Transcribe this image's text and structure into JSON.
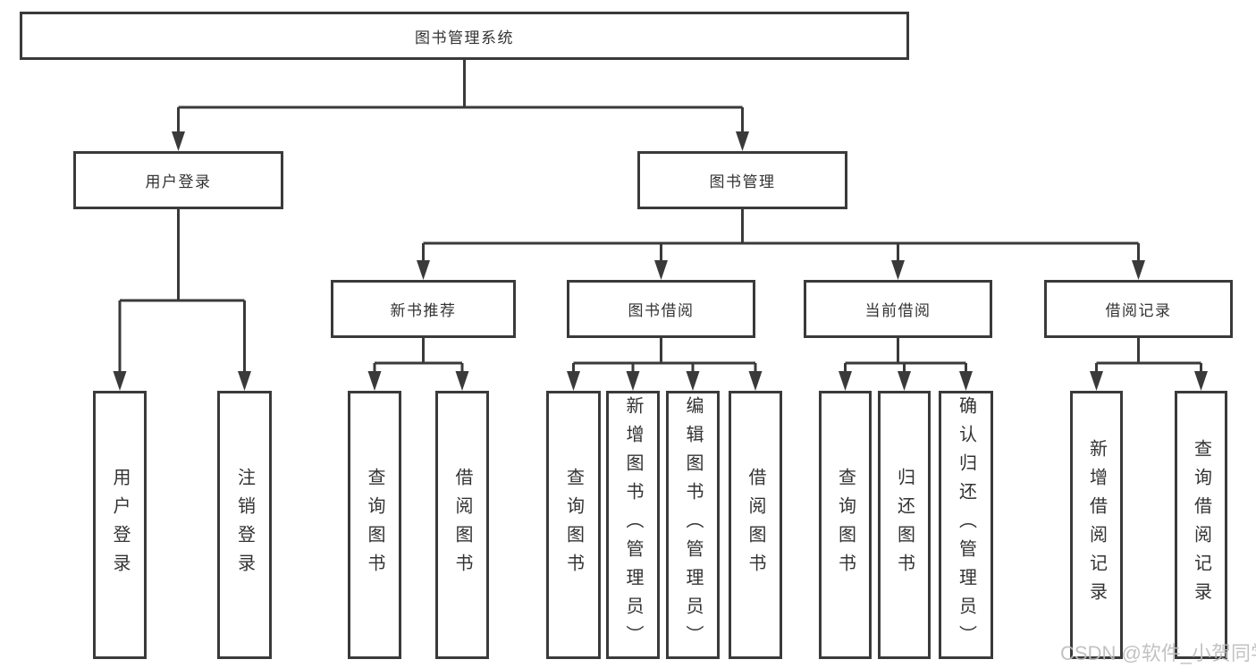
{
  "diagram": {
    "nodes": {
      "root": "图书管理系统",
      "user_login": "用户登录",
      "book_mgmt": "图书管理",
      "new_book_rec": "新书推荐",
      "book_borrow": "图书借阅",
      "current_borrow": "当前借阅",
      "borrow_records": "借阅记录",
      "a1_user_login": "用户登录",
      "a2_logout": "注销登录",
      "b1_query_book": "查询图书",
      "b2_borrow_book": "借阅图书",
      "c1_query_book": "查询图书",
      "c2_add_book_admin": "新增图书（管理员）",
      "c3_edit_book_admin": "编辑图书（管理员）",
      "c4_borrow_book": "借阅图书",
      "d1_query_book": "查询图书",
      "d2_return_book": "归还图书",
      "d3_confirm_return_admin": "确认归还（管理员）",
      "e1_add_borrow_record": "新增借阅记录",
      "e2_query_borrow_record": "查询借阅记录"
    },
    "hierarchy": {
      "图书管理系统": {
        "用户登录": [
          "用户登录",
          "注销登录"
        ],
        "图书管理": {
          "新书推荐": [
            "查询图书",
            "借阅图书"
          ],
          "图书借阅": [
            "查询图书",
            "新增图书（管理员）",
            "编辑图书（管理员）",
            "借阅图书"
          ],
          "当前借阅": [
            "查询图书",
            "归还图书",
            "确认归还（管理员）"
          ],
          "借阅记录": [
            "新增借阅记录",
            "查询借阅记录"
          ]
        }
      }
    },
    "watermark": "CSDN @软件_小贺同学",
    "colors": {
      "line": "#3a3a3a",
      "box_border": "#3a3a3a",
      "text": "#333333",
      "watermark": "#bcbcbc",
      "background": "#ffffff"
    }
  }
}
